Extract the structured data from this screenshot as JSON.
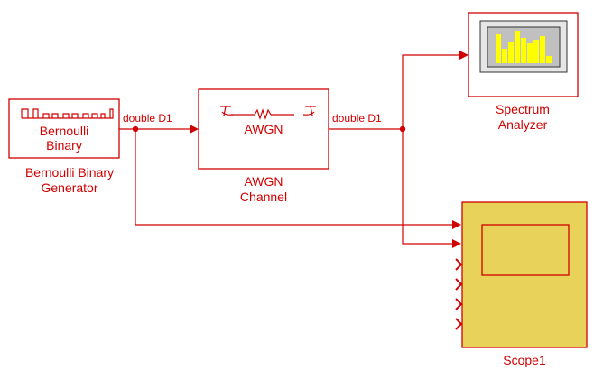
{
  "blocks": {
    "bernoulli": {
      "icon_text": [
        "Bernoulli",
        "Binary"
      ],
      "caption": [
        "Bernoulli Binary",
        "Generator"
      ]
    },
    "awgn": {
      "icon_text": "AWGN",
      "caption": [
        "AWGN",
        "Channel"
      ]
    },
    "spectrum": {
      "caption": [
        "Spectrum",
        "Analyzer"
      ]
    },
    "scope": {
      "caption": "Scope1"
    }
  },
  "signals": {
    "sig1": "double D1",
    "sig2": "double D1"
  },
  "colors": {
    "line": "#d10000",
    "scope_fill": "#e9d259",
    "spectrum_bars": "#ffff00",
    "spectrum_screen": "#c0c0c0"
  }
}
